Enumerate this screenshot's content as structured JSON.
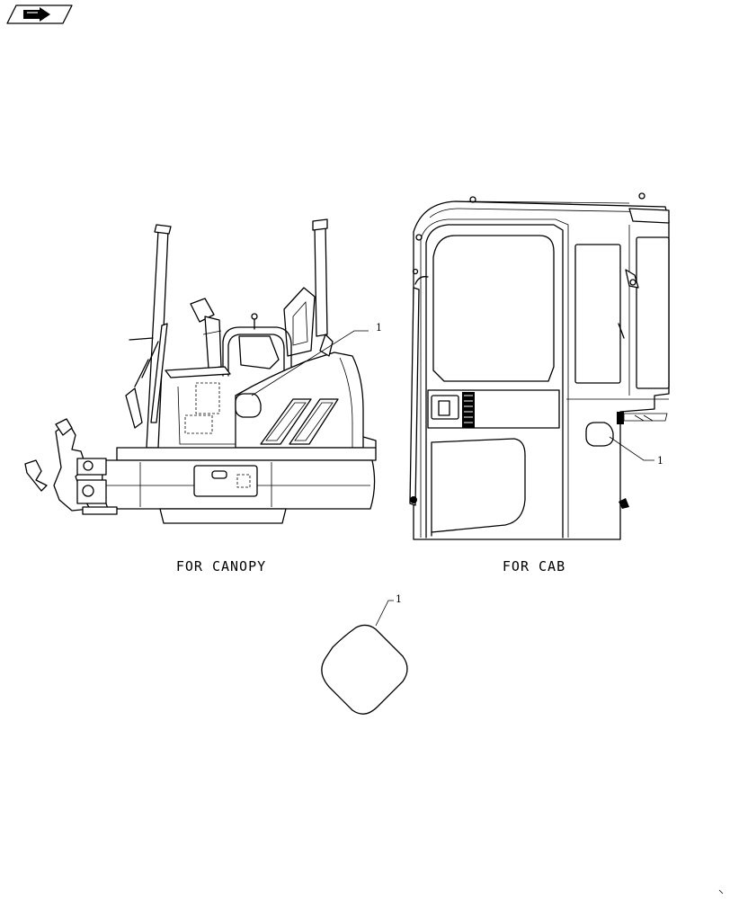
{
  "labels": {
    "canopy": "FOR CANOPY",
    "cab": "FOR CAB"
  },
  "callouts": {
    "canopy_ref": "1",
    "cab_ref": "1",
    "detail_ref": "1"
  },
  "icons": {
    "nav": "forward-arrow-icon"
  }
}
